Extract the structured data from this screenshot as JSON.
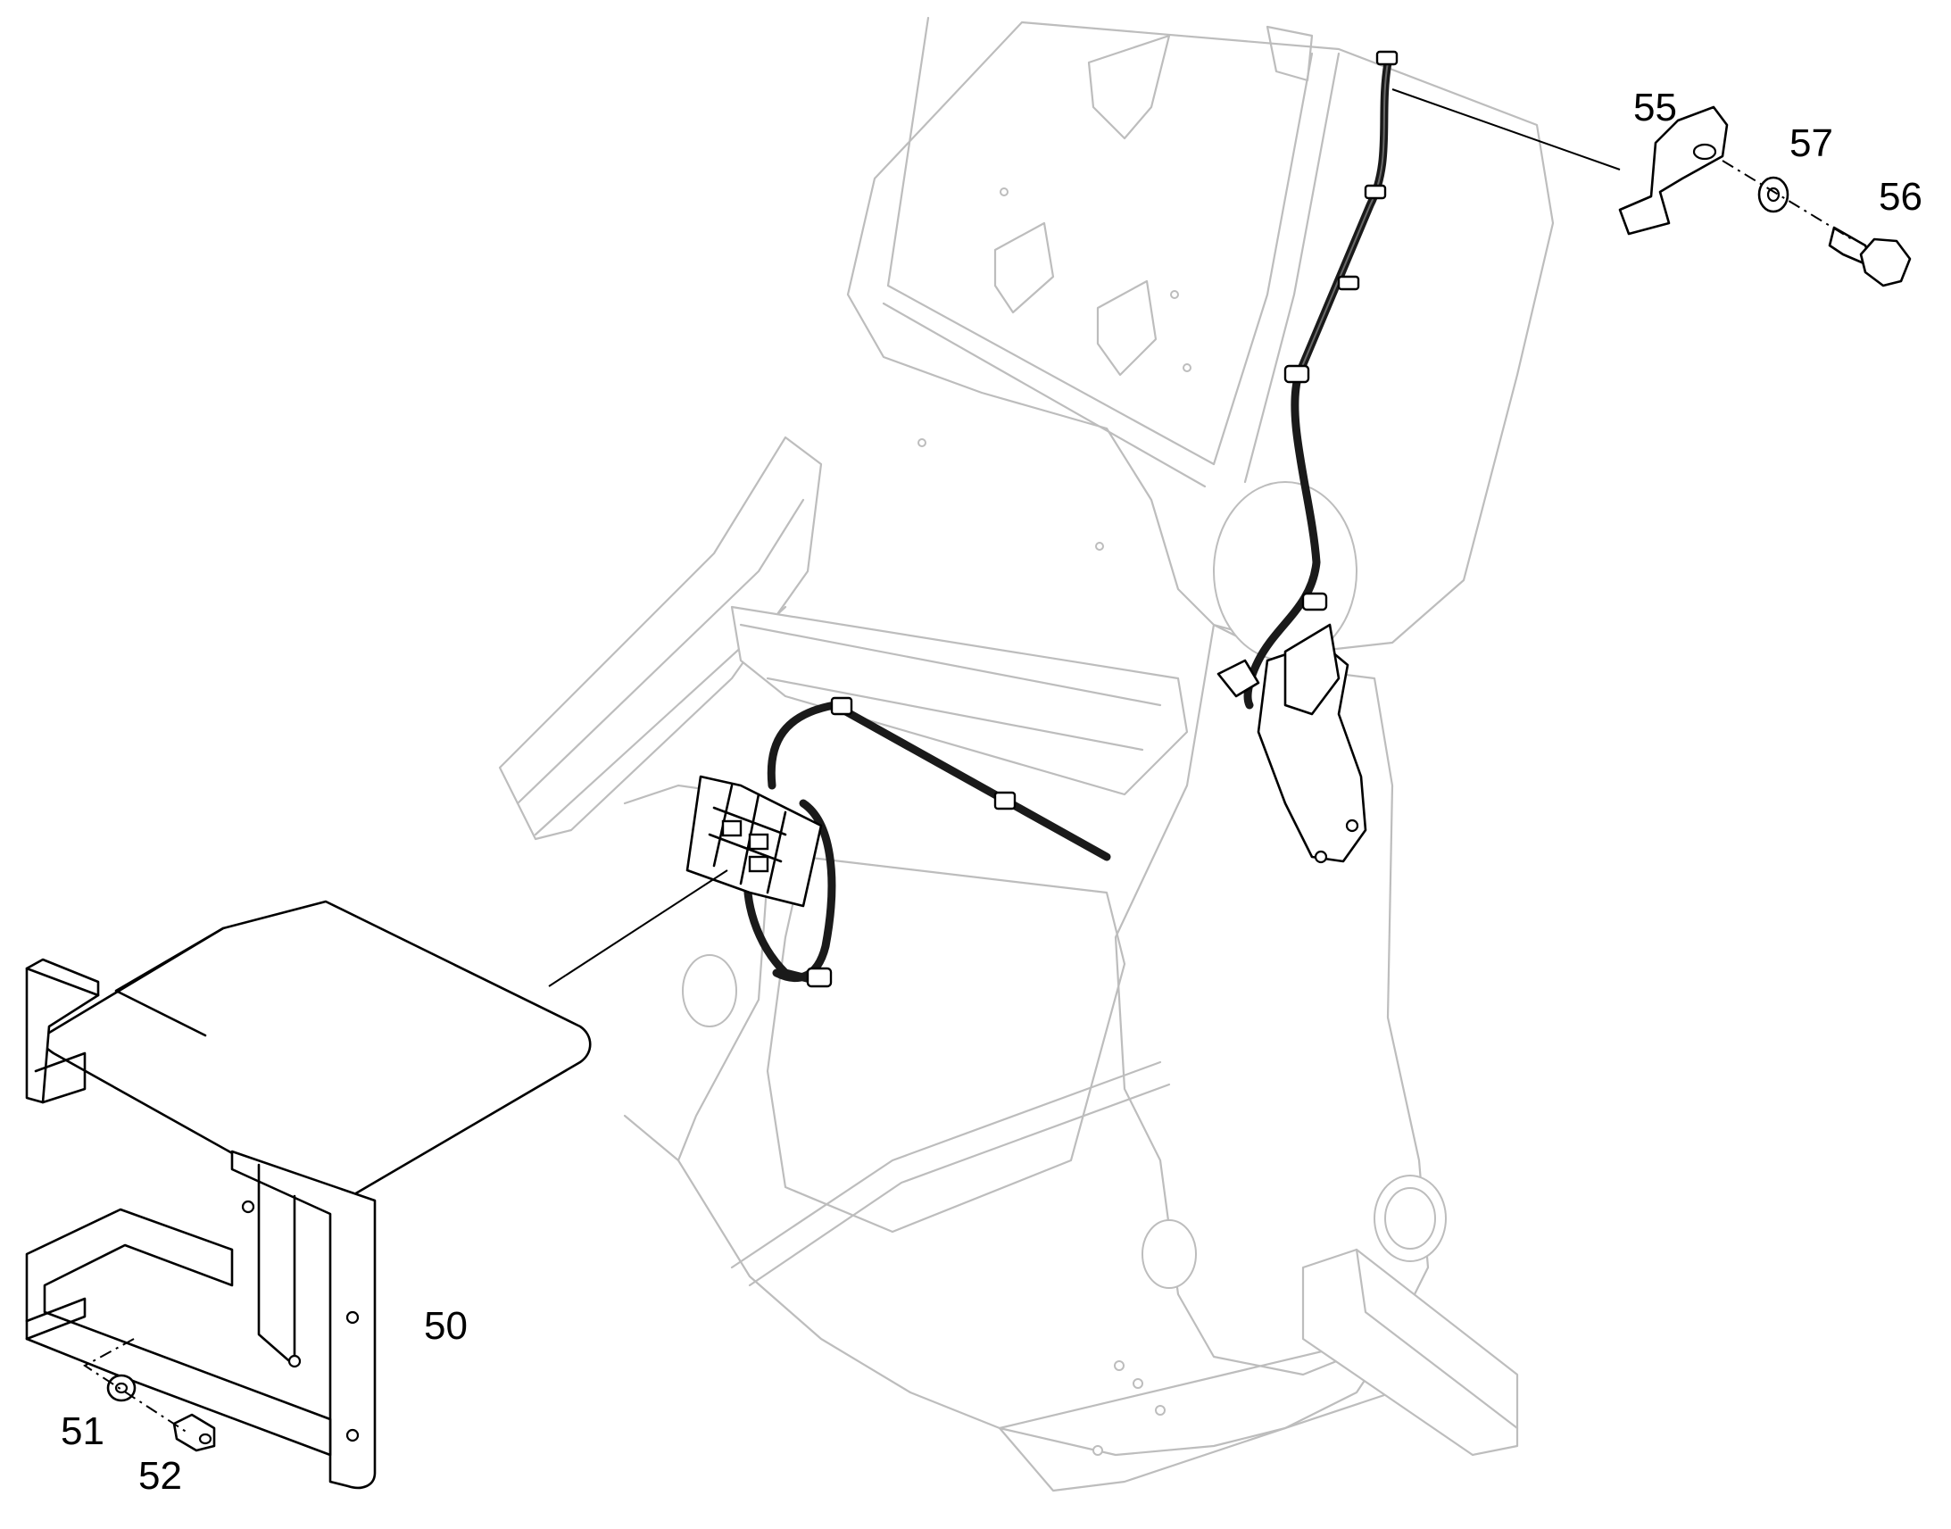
{
  "callouts": {
    "c50": "50",
    "c51": "51",
    "c52": "52",
    "c55": "55",
    "c56": "56",
    "c57": "57"
  },
  "colors": {
    "frame_outline": "#bdbdbd",
    "part_outline": "#000000",
    "cable": "#1a1a1a",
    "background": "#ffffff"
  }
}
